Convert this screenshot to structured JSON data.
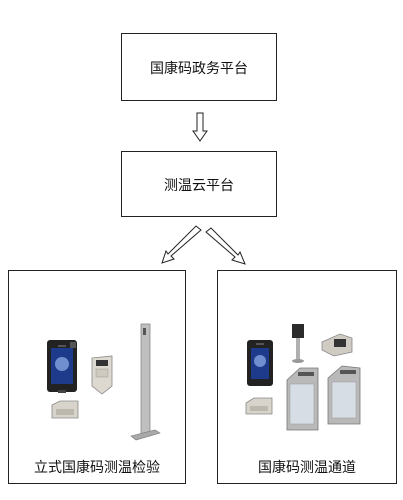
{
  "nodes": {
    "top": "国康码政务平台",
    "middle": "测温云平台",
    "left": "立式国康码测温检验",
    "right": "国康码测温通道"
  },
  "colors": {
    "border": "#222222",
    "device_dark": "#2b2b2b",
    "device_light": "#d9d6cf",
    "device_metal": "#b9b9b9",
    "screen_blue": "#1e3a8a"
  }
}
